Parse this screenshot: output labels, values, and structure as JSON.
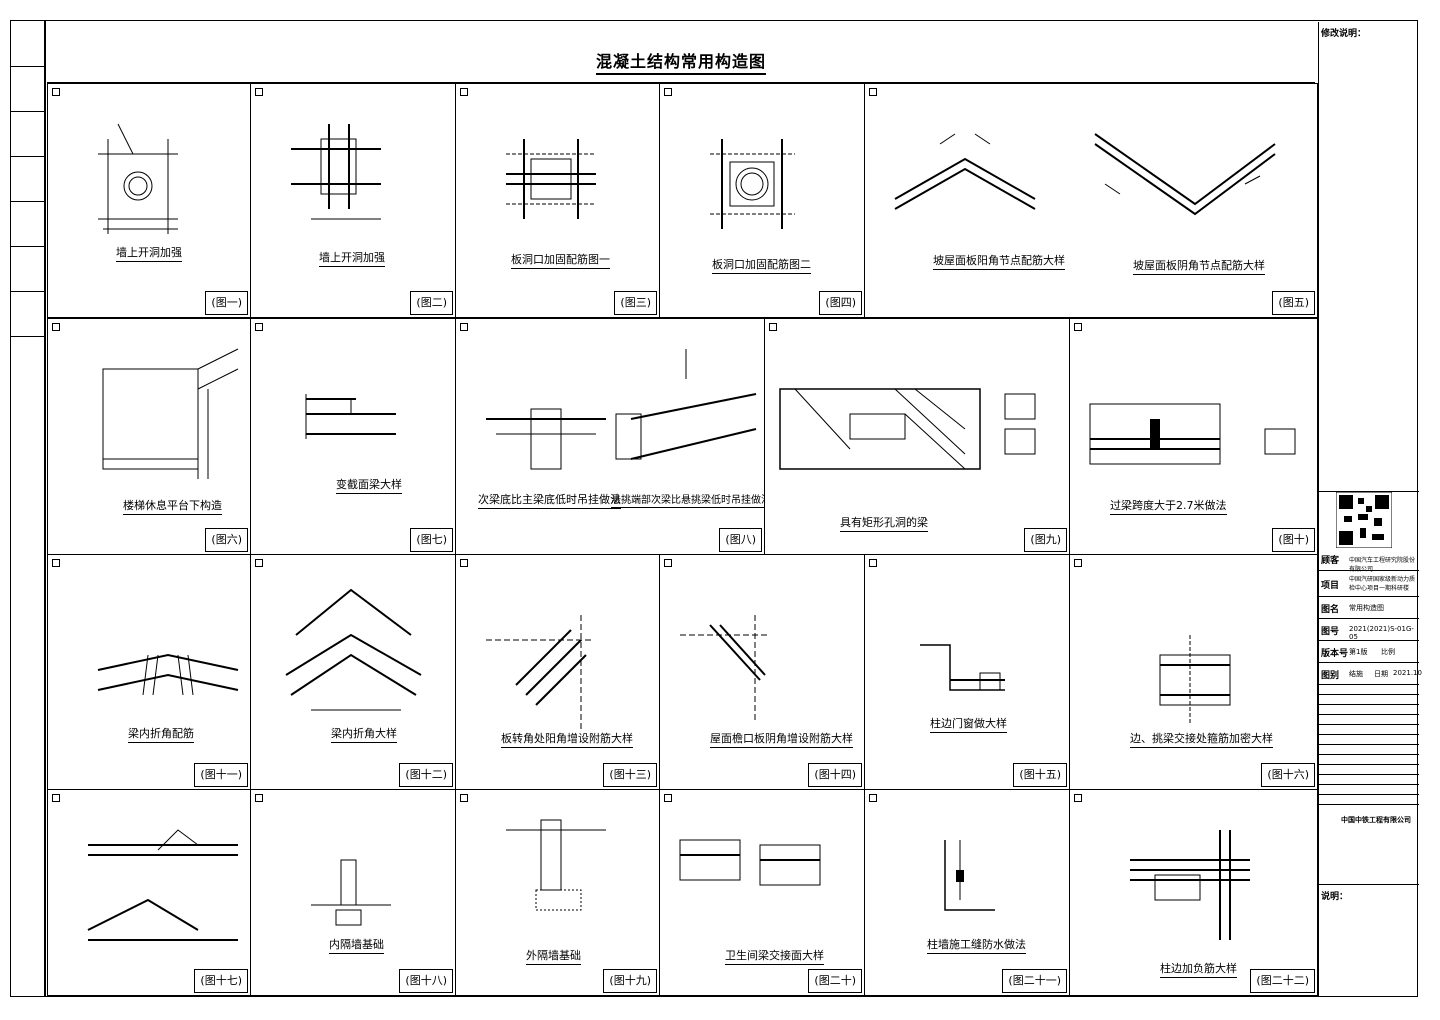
{
  "title": "混凝土结构常用构造图",
  "revision_label": "修改说明：",
  "panels": [
    {
      "caption": "墙上开洞加强",
      "num": "(图一)"
    },
    {
      "caption": "墙上开洞加强",
      "num": "(图二)"
    },
    {
      "caption": "板洞口加固配筋图一",
      "num": "(图三)"
    },
    {
      "caption": "板洞口加固配筋图二",
      "num": "(图四)"
    },
    {
      "caption": "坡屋面板阳角节点配筋大样",
      "caption2": "坡屋面板阴角节点配筋大样",
      "num": "(图五)"
    },
    {
      "caption": "楼梯休息平台下构造",
      "num": "(图六)"
    },
    {
      "caption": "变截面梁大样",
      "num": "(图七)"
    },
    {
      "caption": "次梁底比主梁底低时吊挂做法",
      "caption2": "悬挑端部次梁比悬挑梁低时吊挂做法",
      "num": "(图八)"
    },
    {
      "caption": "具有矩形孔洞的梁",
      "num": "(图九)"
    },
    {
      "caption": "过梁跨度大于2.7米做法",
      "num": "(图十)"
    },
    {
      "caption": "梁内折角配筋",
      "num": "(图十一)"
    },
    {
      "caption": "梁内折角大样",
      "num": "(图十二)"
    },
    {
      "caption": "板转角处阳角增设附筋大样",
      "num": "(图十三)"
    },
    {
      "caption": "屋面檐口板阴角增设附筋大样",
      "num": "(图十四)"
    },
    {
      "caption": "柱边门窗做大样",
      "num": "(图十五)"
    },
    {
      "caption": "边、挑梁交接处箍筋加密大样",
      "num": "(图十六)"
    },
    {
      "caption": "",
      "num": "(图十七)"
    },
    {
      "caption": "内隔墙基础",
      "num": "(图十八)"
    },
    {
      "caption": "外隔墙基础",
      "num": "(图十九)"
    },
    {
      "caption": "卫生间梁交接面大样",
      "num": "(图二十)"
    },
    {
      "caption": "柱墙施工缝防水做法",
      "num": "(图二十一)"
    },
    {
      "caption": "柱边加负筋大样",
      "num": "(图二十二)"
    }
  ],
  "title_block": {
    "client_label": "顾客",
    "client": "中国汽车工程研究院股份有限公司",
    "project_label": "项目",
    "project": "中国汽研国家级新动力质检中心项目一期科研楼",
    "drawing_name_label": "图名",
    "drawing_name": "常用构造图",
    "drawing_no_label": "图号",
    "drawing_no": "2021(2021)S-01G-05",
    "version_label": "版本号",
    "version": "第1版",
    "scale_label": "比例",
    "discipline_label": "图别",
    "discipline": "结施",
    "date_label": "日期",
    "date": "2021.10",
    "company": "中国中铁工程有限公司",
    "notes_label": "说明："
  }
}
